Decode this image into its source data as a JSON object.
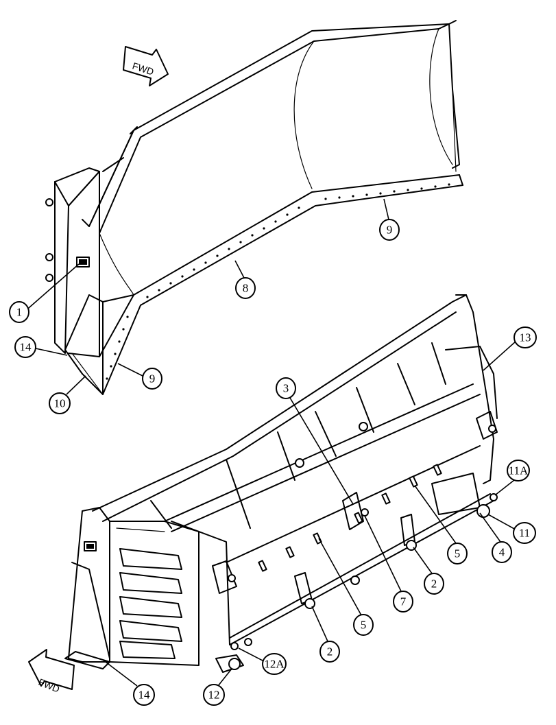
{
  "diagram": {
    "direction_label": "FWD",
    "callouts": {
      "top_1": "1",
      "top_8": "8",
      "top_9_right": "9",
      "top_9_left": "9",
      "top_10": "10",
      "top_14": "14",
      "bot_2_right": "2",
      "bot_2_left": "2",
      "bot_3": "3",
      "bot_4": "4",
      "bot_5_right": "5",
      "bot_5_left": "5",
      "bot_7": "7",
      "bot_11": "11",
      "bot_11A": "11A",
      "bot_12": "12",
      "bot_12A": "12A",
      "bot_13": "13",
      "bot_14": "14"
    }
  }
}
